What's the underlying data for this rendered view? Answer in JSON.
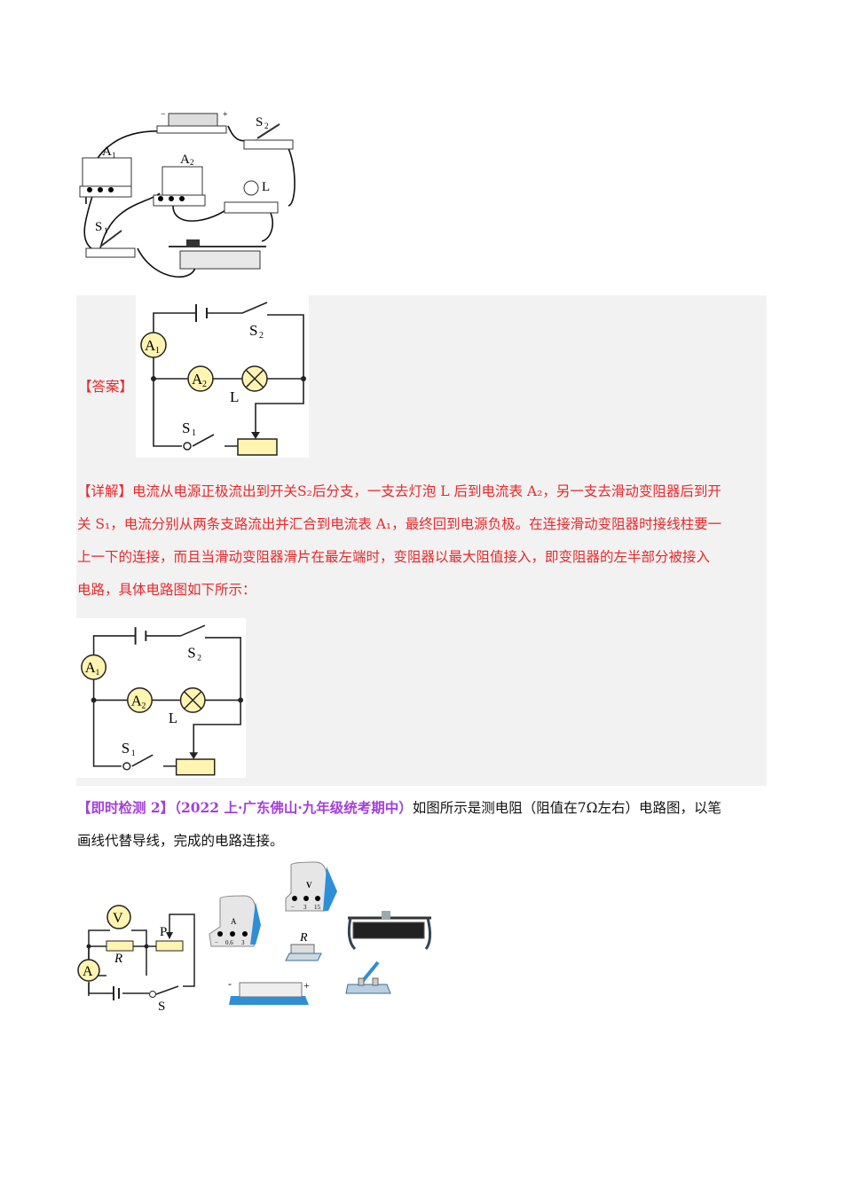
{
  "figure_top": {
    "labels": {
      "a1": "A",
      "a1_sub": "1",
      "a2": "A",
      "a2_sub": "2",
      "s1": "S",
      "s1_sub": "1",
      "s2": "S",
      "s2_sub": "2",
      "lamp": "L",
      "minus": "−",
      "plus": "+"
    }
  },
  "answer": {
    "label": "【答案】",
    "circuit": {
      "a1": "A",
      "a1_sub": "1",
      "a2": "A",
      "a2_sub": "2",
      "s1": "S",
      "s1_sub": "1",
      "s2": "S",
      "s2_sub": "2",
      "lamp": "L"
    }
  },
  "explanation": {
    "label": "【详解】",
    "lines": [
      "电流从电源正极流出到开关S₂后分支，一支去灯泡 L 后到电流表 A₂，另一支去滑动变阻器后到开",
      "关 S₁，电流分别从两条支路流出并汇合到电流表 A₁，最终回到电源负极。在连接滑动变阻器时接线柱要一",
      "上一下的连接，而且当滑动变阻器滑片在最左端时，变阻器以最大阻值接入，即变阻器的左半部分被接入",
      "电路，具体电路图如下所示："
    ],
    "circuit": {
      "a1": "A",
      "a1_sub": "1",
      "a2": "A",
      "a2_sub": "2",
      "s1": "S",
      "s1_sub": "1",
      "s2": "S",
      "s2_sub": "2",
      "lamp": "L"
    }
  },
  "question": {
    "label": "【即时检测 2】",
    "source": "（2022 上·广东佛山·九年级统考期中）",
    "text_line1": "如图所示是测电阻（阻值在7Ω左右）电路图，以笔",
    "text_line2": "画线代替导线，完成的电路连接。",
    "circuit": {
      "v": "V",
      "a": "A",
      "r": "R",
      "p": "P",
      "s": "S"
    },
    "apparatus": {
      "ammeter": "A",
      "ammeter_scale": [
        "−",
        "0.6",
        "3"
      ],
      "voltmeter": "V",
      "voltmeter_scale": [
        "−",
        "3",
        "15"
      ],
      "resistor": "R",
      "minus": "-",
      "plus": "+"
    }
  }
}
